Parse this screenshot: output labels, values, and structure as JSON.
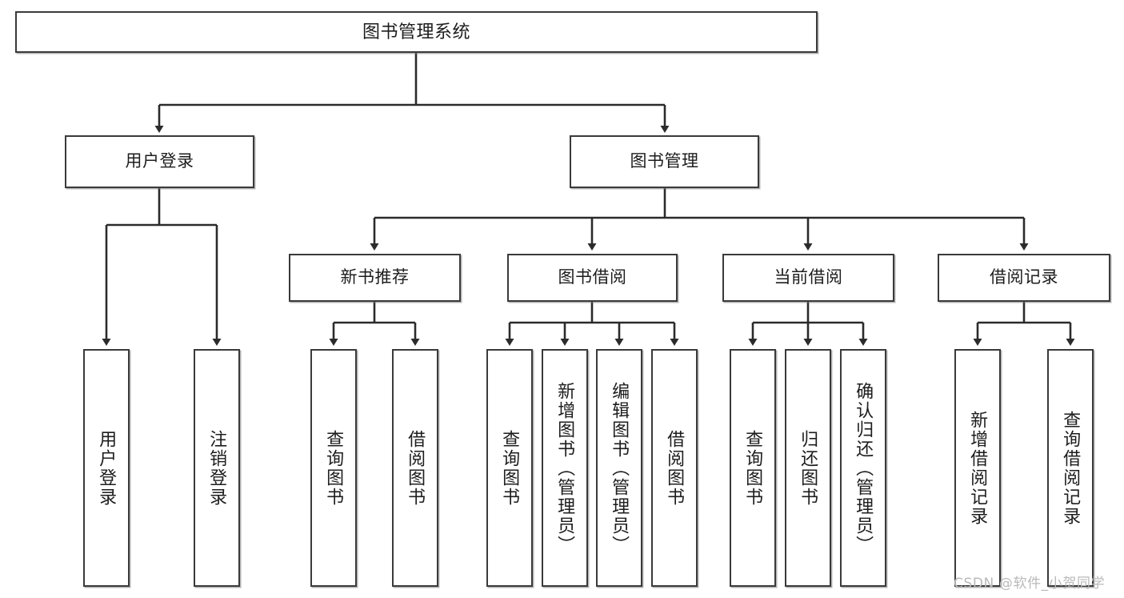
{
  "diagram": {
    "type": "tree-hierarchy-diagram",
    "title": "图书管理系统",
    "colors": {
      "background": "#ffffff",
      "box_border": "#3a3a3a",
      "box_fill": "#ffffff",
      "connector": "#2b2b2b",
      "text": "#1d1d1d",
      "watermark": "#b9b9b9"
    }
  },
  "root": {
    "label": "图书管理系统"
  },
  "level1": [
    {
      "label": "用户登录"
    },
    {
      "label": "图书管理"
    }
  ],
  "level2": [
    {
      "label": "新书推荐"
    },
    {
      "label": "图书借阅"
    },
    {
      "label": "当前借阅"
    },
    {
      "label": "借阅记录"
    }
  ],
  "leaves": {
    "user_login": [
      {
        "label": "用户登录"
      },
      {
        "label": "注销登录"
      }
    ],
    "new_book_recommend": [
      {
        "label": "查询图书"
      },
      {
        "label": "借阅图书"
      }
    ],
    "book_borrow": [
      {
        "label": "查询图书"
      },
      {
        "label": "新增图书（管理员）"
      },
      {
        "label": "编辑图书（管理员）"
      },
      {
        "label": "借阅图书"
      }
    ],
    "current_borrow": [
      {
        "label": "查询图书"
      },
      {
        "label": "归还图书"
      },
      {
        "label": "确认归还（管理员）"
      }
    ],
    "borrow_record": [
      {
        "label": "新增借阅记录"
      },
      {
        "label": "查询借阅记录"
      }
    ]
  },
  "watermark": {
    "text": "CSDN @软件_小贺同学"
  }
}
